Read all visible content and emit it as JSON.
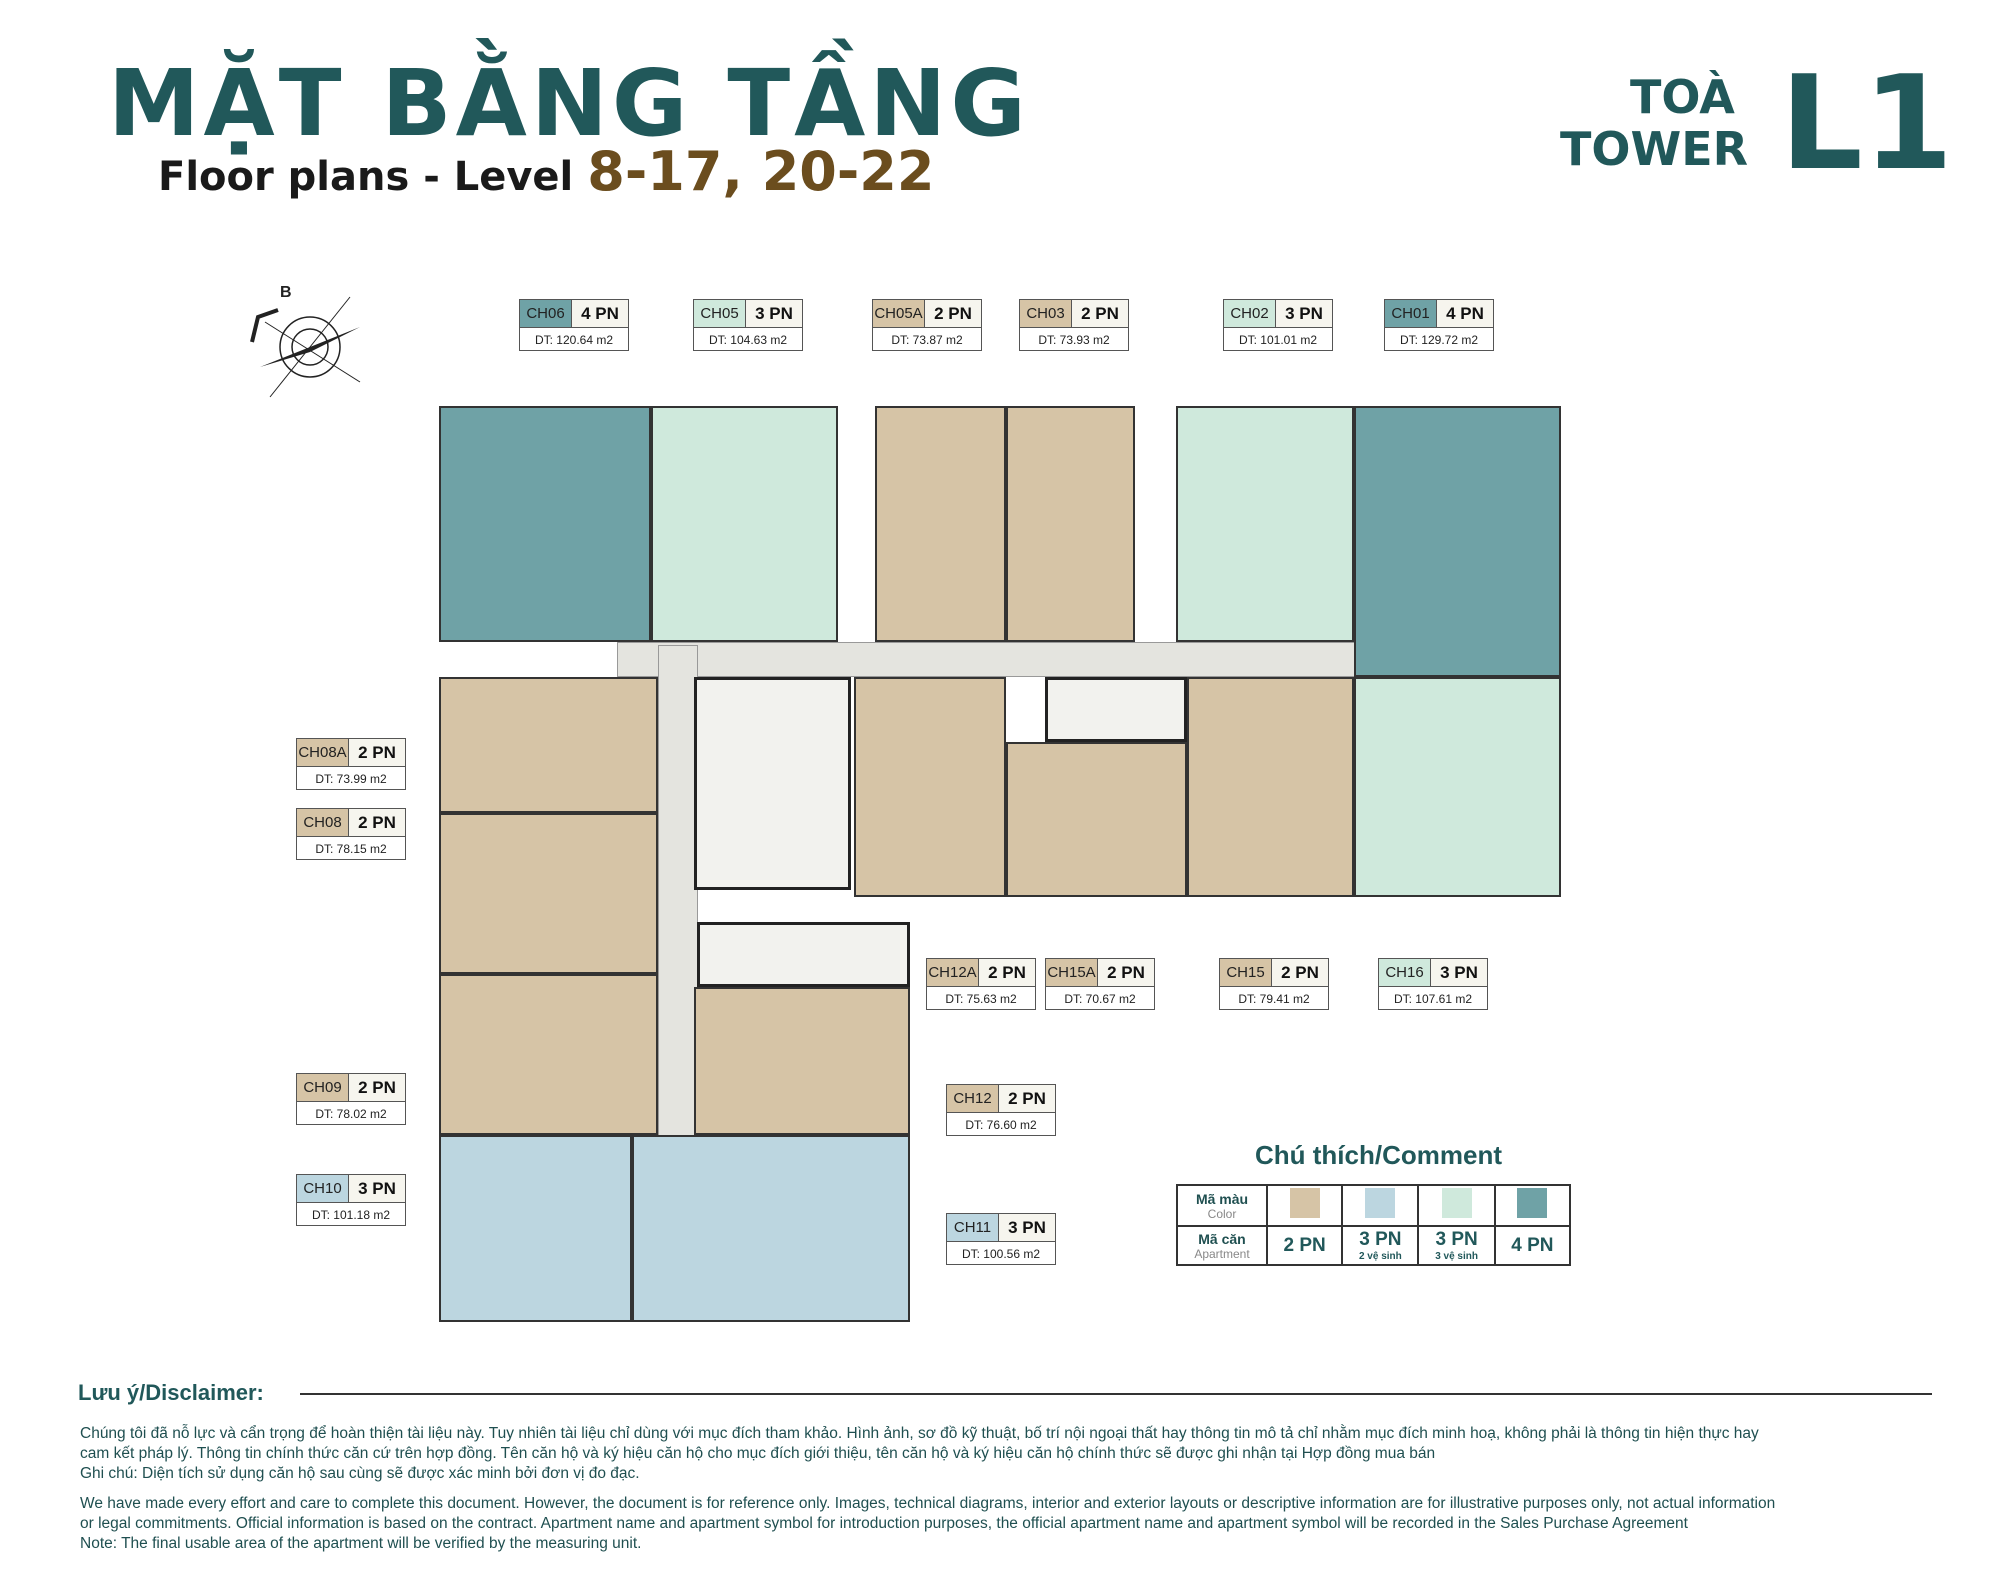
{
  "header": {
    "title": "MẶT BẰNG TẦNG",
    "subtitle": "Floor plans - Level",
    "levels": "8-17, 20-22",
    "tower_line1": "TOÀ",
    "tower_line2": "TOWER",
    "tower_name": "L1"
  },
  "compass": {
    "label": "B"
  },
  "apartments": [
    {
      "code": "CH06",
      "type": "4 PN",
      "area": "DT: 120.64 m2"
    },
    {
      "code": "CH05",
      "type": "3 PN",
      "area": "DT: 104.63 m2"
    },
    {
      "code": "CH05A",
      "type": "2 PN",
      "area": "DT: 73.87 m2"
    },
    {
      "code": "CH03",
      "type": "2 PN",
      "area": "DT: 73.93 m2"
    },
    {
      "code": "CH02",
      "type": "3 PN",
      "area": "DT: 101.01 m2"
    },
    {
      "code": "CH01",
      "type": "4 PN",
      "area": "DT: 129.72 m2"
    },
    {
      "code": "CH08A",
      "type": "2 PN",
      "area": "DT: 73.99 m2"
    },
    {
      "code": "CH08",
      "type": "2 PN",
      "area": "DT: 78.15 m2"
    },
    {
      "code": "CH09",
      "type": "2 PN",
      "area": "DT: 78.02 m2"
    },
    {
      "code": "CH10",
      "type": "3 PN",
      "area": "DT: 101.18 m2"
    },
    {
      "code": "CH12",
      "type": "2 PN",
      "area": "DT: 76.60 m2"
    },
    {
      "code": "CH11",
      "type": "3 PN",
      "area": "DT: 100.56 m2"
    },
    {
      "code": "CH12A",
      "type": "2 PN",
      "area": "DT: 75.63 m2"
    },
    {
      "code": "CH15A",
      "type": "2 PN",
      "area": "DT: 70.67 m2"
    },
    {
      "code": "CH15",
      "type": "2 PN",
      "area": "DT: 79.41 m2"
    },
    {
      "code": "CH16",
      "type": "3 PN",
      "area": "DT: 107.61 m2"
    }
  ],
  "legend": {
    "title": "Chú thích/Comment",
    "color_label": "Mã màu",
    "color_label_en": "Color",
    "apt_label": "Mã căn",
    "apt_label_en": "Apartment",
    "items": [
      {
        "type": "2 PN",
        "note": "",
        "color": "#d6c4a6"
      },
      {
        "type": "3 PN",
        "note": "2 vệ sinh",
        "color": "#bcd6e0"
      },
      {
        "type": "3 PN",
        "note": "3 vệ sinh",
        "color": "#cfe9dc"
      },
      {
        "type": "4 PN",
        "note": "",
        "color": "#6fa2a6"
      }
    ]
  },
  "disclaimer": {
    "heading": "Lưu ý/Disclaimer:",
    "vi": [
      "Chúng tôi đã nỗ lực và cẩn trọng để hoàn thiện tài liệu này. Tuy nhiên tài liệu chỉ dùng với mục đích tham khảo. Hình ảnh, sơ đồ kỹ thuật, bố trí nội ngoại thất hay thông tin mô tả chỉ nhằm mục đích minh hoạ, không phải là thông tin hiện thực hay",
      "cam kết pháp lý. Thông tin chính thức căn cứ trên hợp đồng. Tên căn hộ và ký hiệu căn hộ cho mục đích giới thiệu, tên căn hộ và ký hiệu căn hộ chính thức sẽ được ghi nhận tại Hợp đồng mua bán",
      "Ghi chú: Diện tích sử dụng căn hộ sau cùng sẽ được xác minh bởi đơn vị đo đạc."
    ],
    "en": [
      "We have made every effort and care to complete this document. However, the document is for reference only. Images, technical diagrams, interior and exterior layouts or descriptive information are for illustrative purposes only, not actual information",
      "or legal commitments. Official information is based on the contract. Apartment name and apartment symbol for introduction purposes, the official apartment name and apartment symbol will be recorded in the Sales Purchase Agreement",
      "Note: The final usable area of the apartment will be verified by the measuring unit."
    ]
  }
}
